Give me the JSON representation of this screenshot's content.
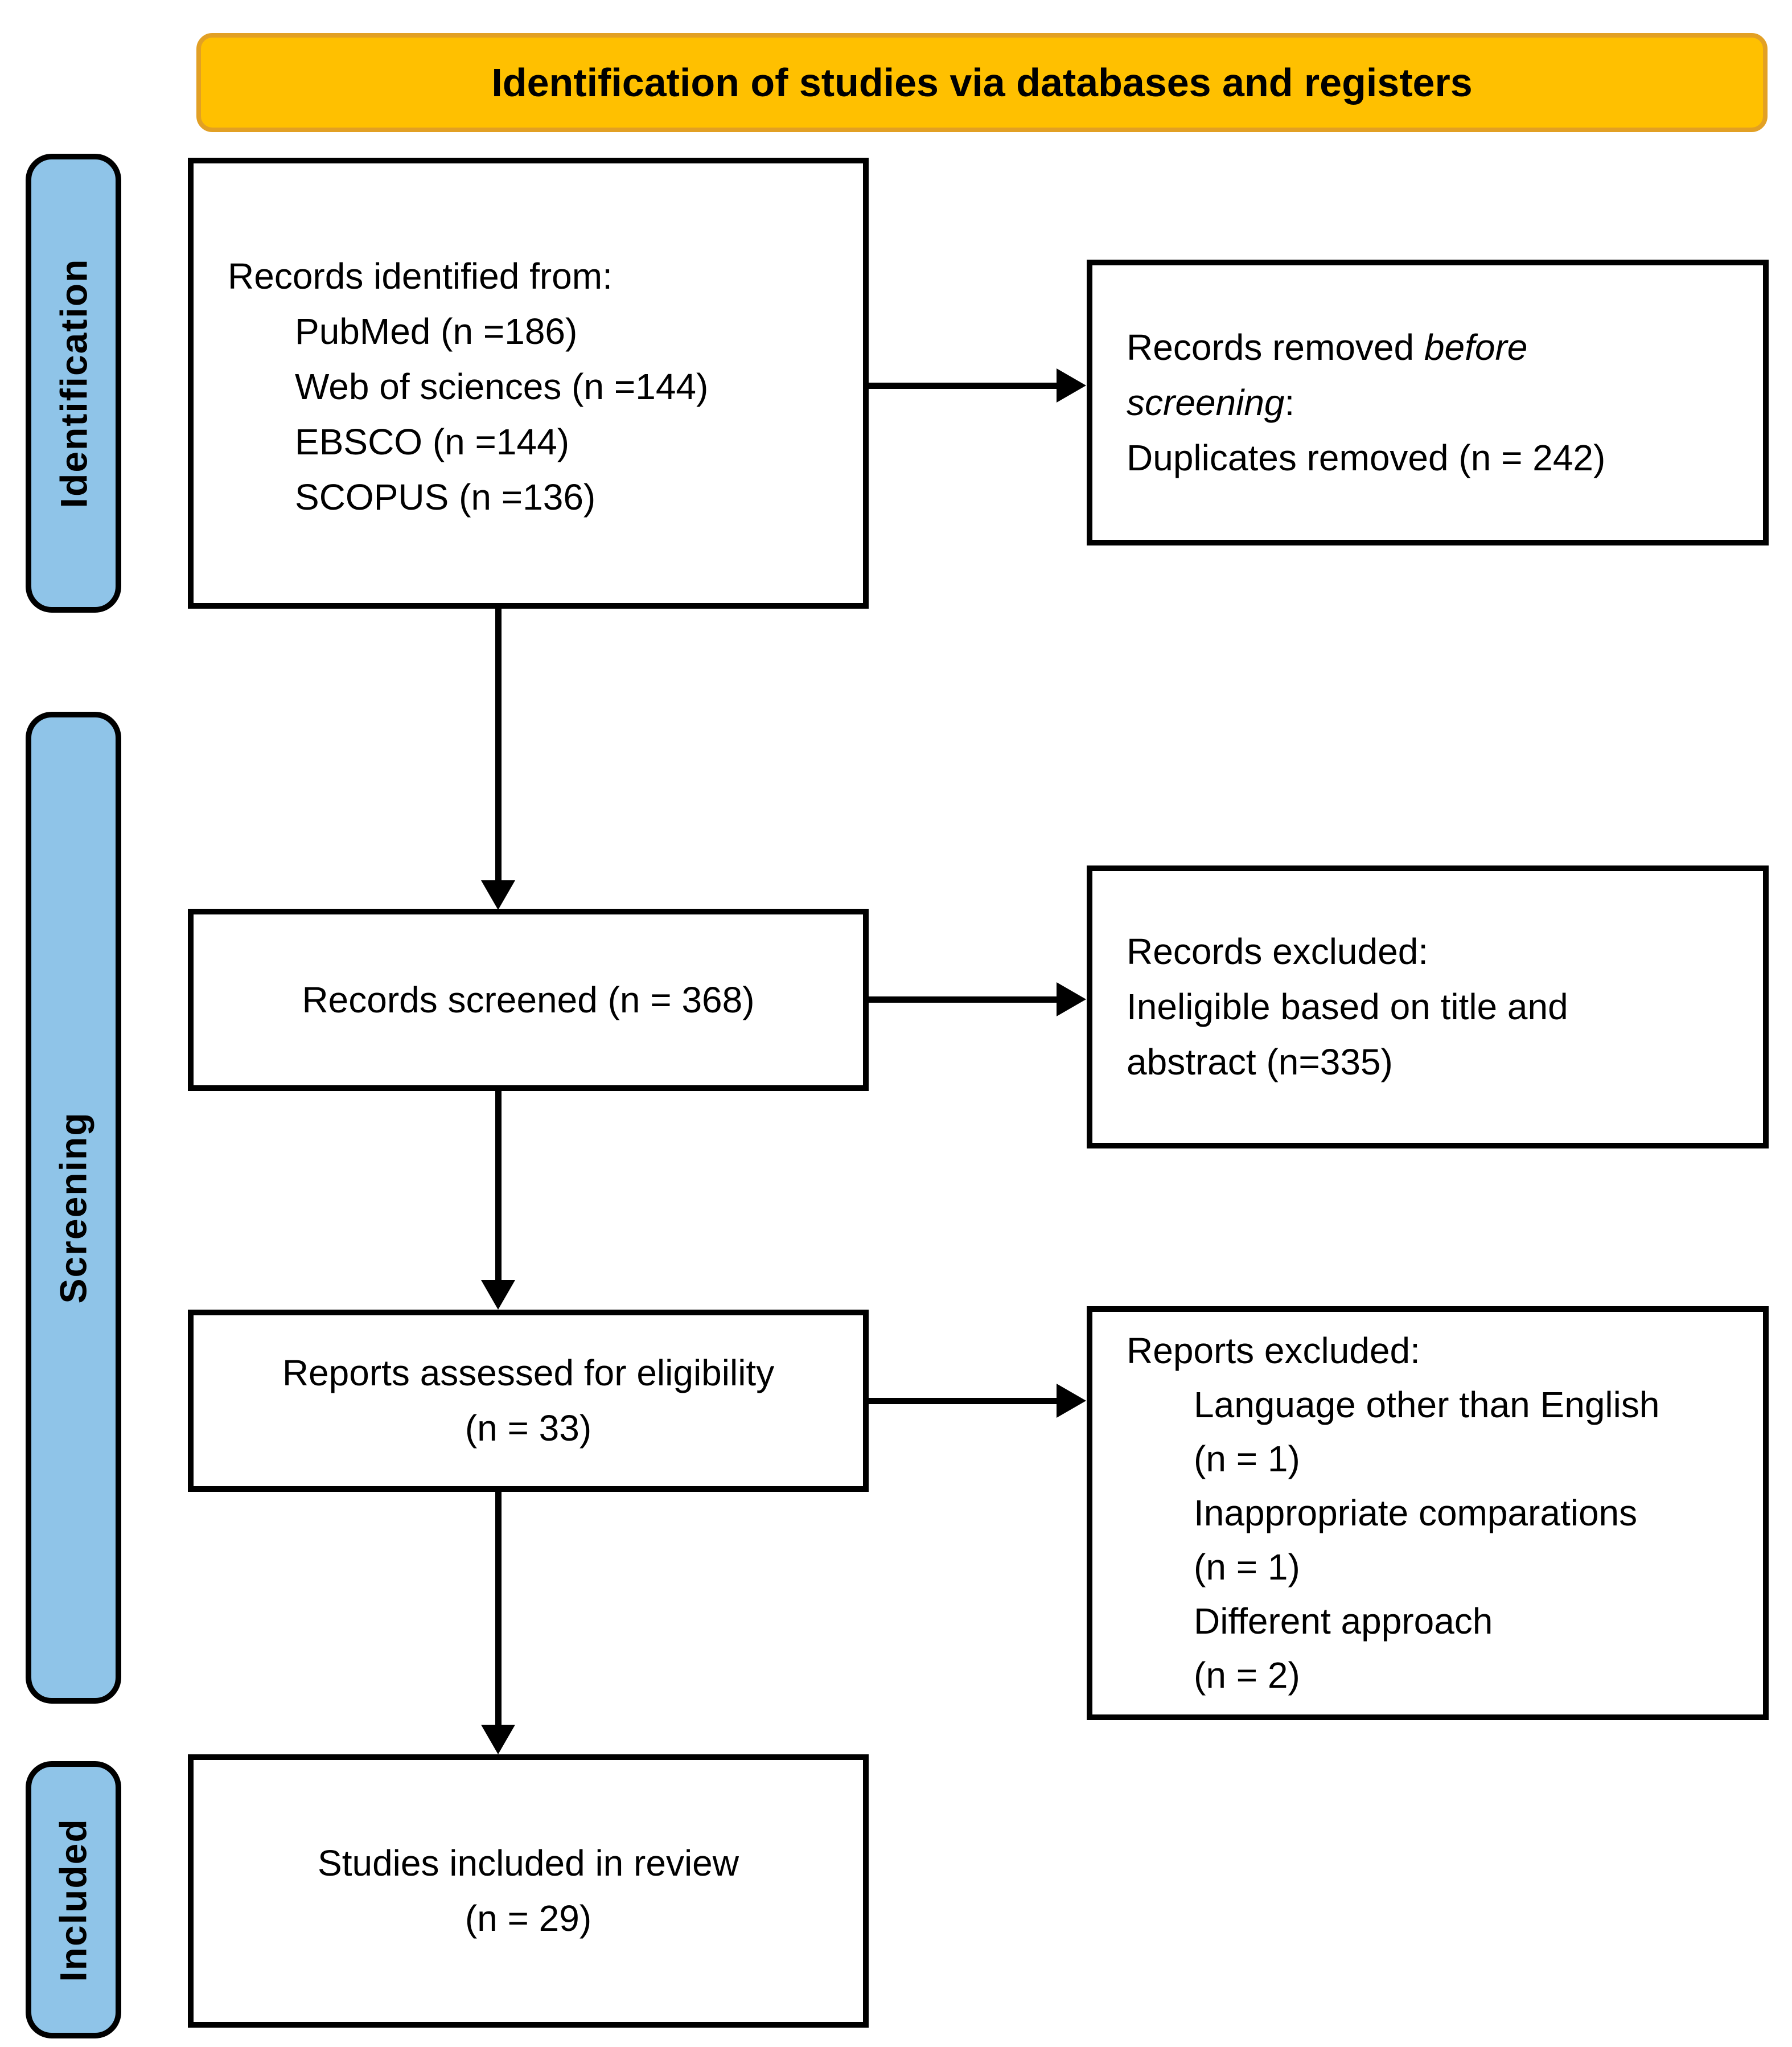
{
  "banner": {
    "title": "Identification of studies via databases and registers"
  },
  "side_labels": {
    "identification": "Identification",
    "screening": "Screening",
    "included": "Included"
  },
  "boxes": {
    "identified": {
      "heading": "Records identified from:",
      "items": [
        "PubMed (n =186)",
        "Web of sciences (n =144)",
        "EBSCO (n =144)",
        "SCOPUS (n =136)"
      ]
    },
    "removed": {
      "line1_normal": "Records removed ",
      "line1_italic": "before",
      "line2_italic": "screening",
      "line2_normal": ":",
      "line3": "Duplicates removed (n = 242)"
    },
    "screened": {
      "text": "Records screened (n = 368)"
    },
    "records_excluded": {
      "line1": "Records excluded:",
      "line2": "Ineligible based on title and",
      "line3": "abstract (n=335)"
    },
    "assessed": {
      "line1": "Reports assessed for eligibility",
      "line2": "(n = 33)"
    },
    "reports_excluded": {
      "heading": "Reports excluded:",
      "items": [
        "Language other than English",
        "(n = 1)",
        "Inappropriate comparations",
        "(n = 1)",
        "Different approach",
        "(n = 2)"
      ]
    },
    "included": {
      "line1": "Studies included in review",
      "line2": "(n = 29)"
    }
  },
  "colors": {
    "banner_bg": "#FFC000",
    "banner_border": "#E2A024",
    "stage_label_bg": "#8FC4E8",
    "line_color": "#000000"
  }
}
